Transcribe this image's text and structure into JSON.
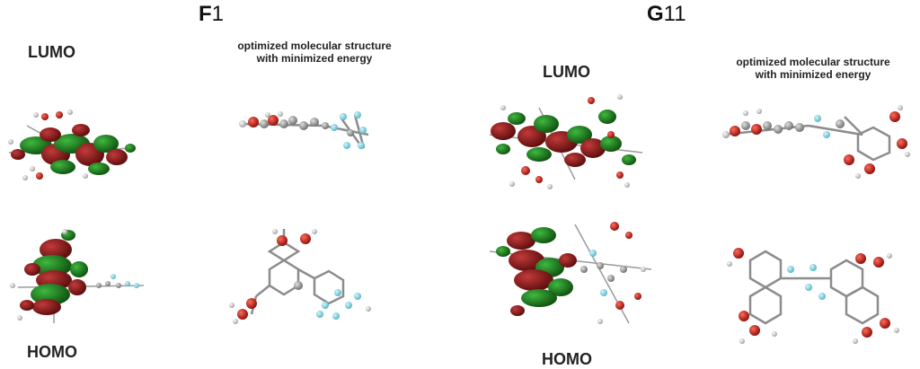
{
  "panels": {
    "f": {
      "letter": "F",
      "number": "1"
    },
    "g": {
      "letter": "G",
      "number": "11"
    }
  },
  "labels": {
    "lumo": "LUMO",
    "homo": "HOMO"
  },
  "caption": {
    "line1": "optimized molecular structure",
    "line2": "with minimized energy"
  },
  "colors": {
    "orbital_red": "#7a1212",
    "orbital_green": "#1f7a1f",
    "carbon": "#8c8c8c",
    "oxygen": "#c0201a",
    "fluorine": "#7fd3e0",
    "hydrogen": "#e6e6e6"
  }
}
